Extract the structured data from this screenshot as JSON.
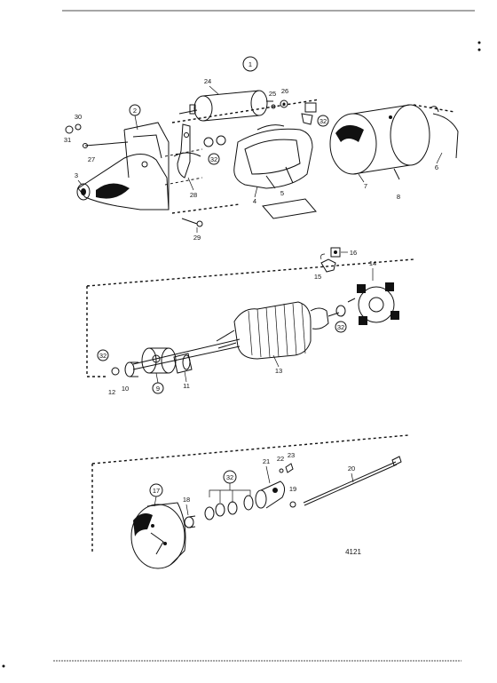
{
  "figure_number": "4121",
  "circled_labels": [
    "1",
    "2",
    "9",
    "17",
    "32"
  ],
  "parts": [
    {
      "ref": "1"
    },
    {
      "ref": "2"
    },
    {
      "ref": "3"
    },
    {
      "ref": "4"
    },
    {
      "ref": "5"
    },
    {
      "ref": "6"
    },
    {
      "ref": "7"
    },
    {
      "ref": "8"
    },
    {
      "ref": "9"
    },
    {
      "ref": "10"
    },
    {
      "ref": "11"
    },
    {
      "ref": "12"
    },
    {
      "ref": "13"
    },
    {
      "ref": "14"
    },
    {
      "ref": "15"
    },
    {
      "ref": "16"
    },
    {
      "ref": "17"
    },
    {
      "ref": "18"
    },
    {
      "ref": "19"
    },
    {
      "ref": "20"
    },
    {
      "ref": "21"
    },
    {
      "ref": "22"
    },
    {
      "ref": "23"
    },
    {
      "ref": "24"
    },
    {
      "ref": "25"
    },
    {
      "ref": "26"
    },
    {
      "ref": "27"
    },
    {
      "ref": "28"
    },
    {
      "ref": "29"
    },
    {
      "ref": "30"
    },
    {
      "ref": "31"
    },
    {
      "ref": "32"
    }
  ]
}
